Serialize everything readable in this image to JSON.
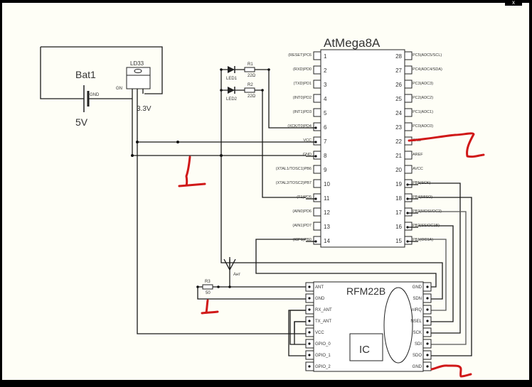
{
  "window": {
    "close_label": "x"
  },
  "battery": {
    "name": "Bat1",
    "voltage": "5V",
    "pin_label": "GND"
  },
  "regulator": {
    "name": "LD33",
    "gnd_label": "GN",
    "output": "3.3V"
  },
  "leds": [
    {
      "name": "LED1",
      "resistor": "R1",
      "value": "22Ω"
    },
    {
      "name": "LED2",
      "resistor": "R2",
      "value": "22Ω"
    }
  ],
  "mcu": {
    "name": "AtMega8A",
    "left_pins": [
      {
        "num": "1",
        "label": "(RESET)PC6"
      },
      {
        "num": "2",
        "label": "(RXD)PD0"
      },
      {
        "num": "3",
        "label": "(TXD)PD1"
      },
      {
        "num": "4",
        "label": "(INT0)PD2"
      },
      {
        "num": "5",
        "label": "(INT1)PD3"
      },
      {
        "num": "6",
        "label": "(XCK/T0)PD4"
      },
      {
        "num": "7",
        "label": "VCC"
      },
      {
        "num": "8",
        "label": "GND"
      },
      {
        "num": "9",
        "label": "(XTAL1/TOSC1)PB6"
      },
      {
        "num": "10",
        "label": "(XTAL2/TOSC2)PB7"
      },
      {
        "num": "11",
        "label": "(T1)PD5"
      },
      {
        "num": "12",
        "label": "(AIN0)PD6"
      },
      {
        "num": "13",
        "label": "(AIN1)PD7"
      },
      {
        "num": "14",
        "label": "(ICP1)PB0"
      }
    ],
    "right_pins": [
      {
        "num": "28",
        "label": "PC5(ADC5/SCL)"
      },
      {
        "num": "27",
        "label": "PC4(ADC4/SDA)"
      },
      {
        "num": "26",
        "label": "PC3(ADC3)"
      },
      {
        "num": "25",
        "label": "PC2(ADC2)"
      },
      {
        "num": "24",
        "label": "PC1(ADC1)"
      },
      {
        "num": "23",
        "label": "PC0(ADC0)"
      },
      {
        "num": "22",
        "label": "GND"
      },
      {
        "num": "21",
        "label": "AREF"
      },
      {
        "num": "20",
        "label": "AVCC"
      },
      {
        "num": "19",
        "label": "PB5(SCK)"
      },
      {
        "num": "18",
        "label": "PB4(MISO)"
      },
      {
        "num": "17",
        "label": "PB3(MOSI/OC2)"
      },
      {
        "num": "16",
        "label": "PB2(SS/OC1B)"
      },
      {
        "num": "15",
        "label": "PB1(OC1A)"
      }
    ]
  },
  "antenna": {
    "label": "Ант",
    "resistor": "R3",
    "value": "50"
  },
  "rfm": {
    "name": "RFM22B",
    "ic_label": "IC",
    "left_pins": [
      "ANT",
      "GND",
      "RX_ANT",
      "TX_ANT",
      "VCC",
      "GPIO_0",
      "GPIO_1",
      "GPIO_2"
    ],
    "right_pins": [
      "GND",
      "SDN",
      "nIRQ",
      "NSEL",
      "SCK",
      "SDI",
      "SDO",
      "GND"
    ]
  },
  "colors": {
    "annotation": "#d01818",
    "background": "#fefef6",
    "wire": "#1a1a1a"
  }
}
